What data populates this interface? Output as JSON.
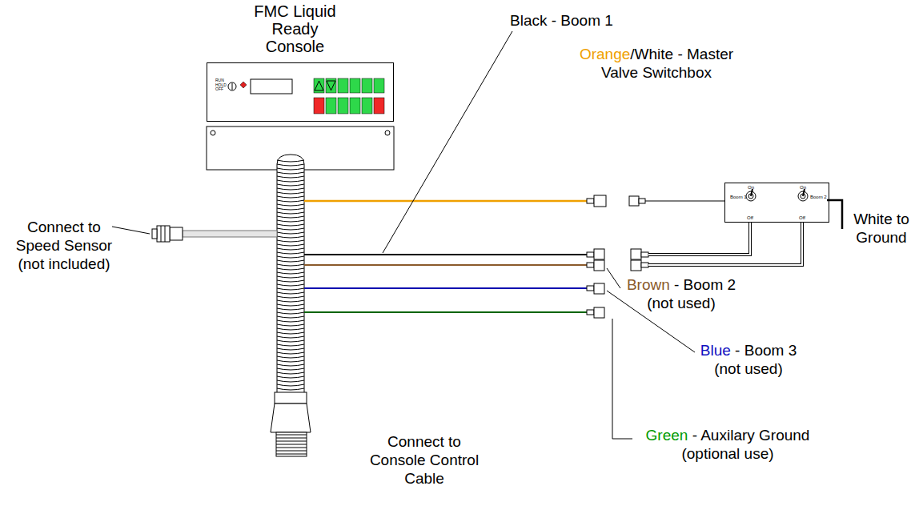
{
  "diagram": {
    "nodes": [
      {
        "text": [
          "FMC Liquid Ready Console",
          "RUN HOLD OFF"
        ]
      },
      {
        "text": [
          "On",
          "Boom 1",
          "Off",
          "On",
          "Boom 2",
          "Off"
        ]
      }
    ],
    "labels": [
      "Black - Boom 1",
      "Orange/White - Master Valve Switchbox",
      "Connect to Speed Sensor (not included)",
      "White to Ground",
      "Brown - Boom 2 (not used)",
      "Blue - Boom 3 (not used)",
      "Green - Auxilary Ground (optional use)",
      "Connect to Console Control Cable"
    ]
  }
}
